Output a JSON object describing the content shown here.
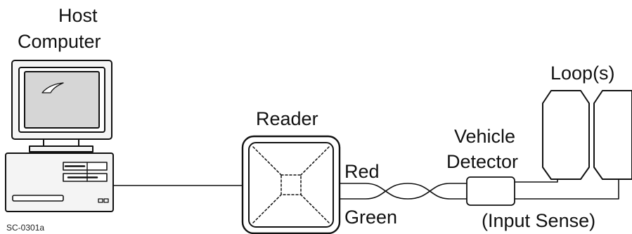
{
  "labels": {
    "host_line1": "Host",
    "host_line2": "Computer",
    "reader": "Reader",
    "red": "Red",
    "green": "Green",
    "vehicle_line1": "Vehicle",
    "vehicle_line2": "Detector",
    "loops": "Loop(s)",
    "input_sense": "(Input Sense)",
    "figure_id": "SC-0301a"
  },
  "icons": {
    "computer": "desktop-computer-icon",
    "reader": "rfid-reader-icon",
    "detector": "vehicle-detector-box",
    "loop": "induction-loop-icon"
  },
  "colors": {
    "line": "#111111",
    "monitor_frame": "#e8e8e8",
    "screen": "#cfcfcf"
  }
}
